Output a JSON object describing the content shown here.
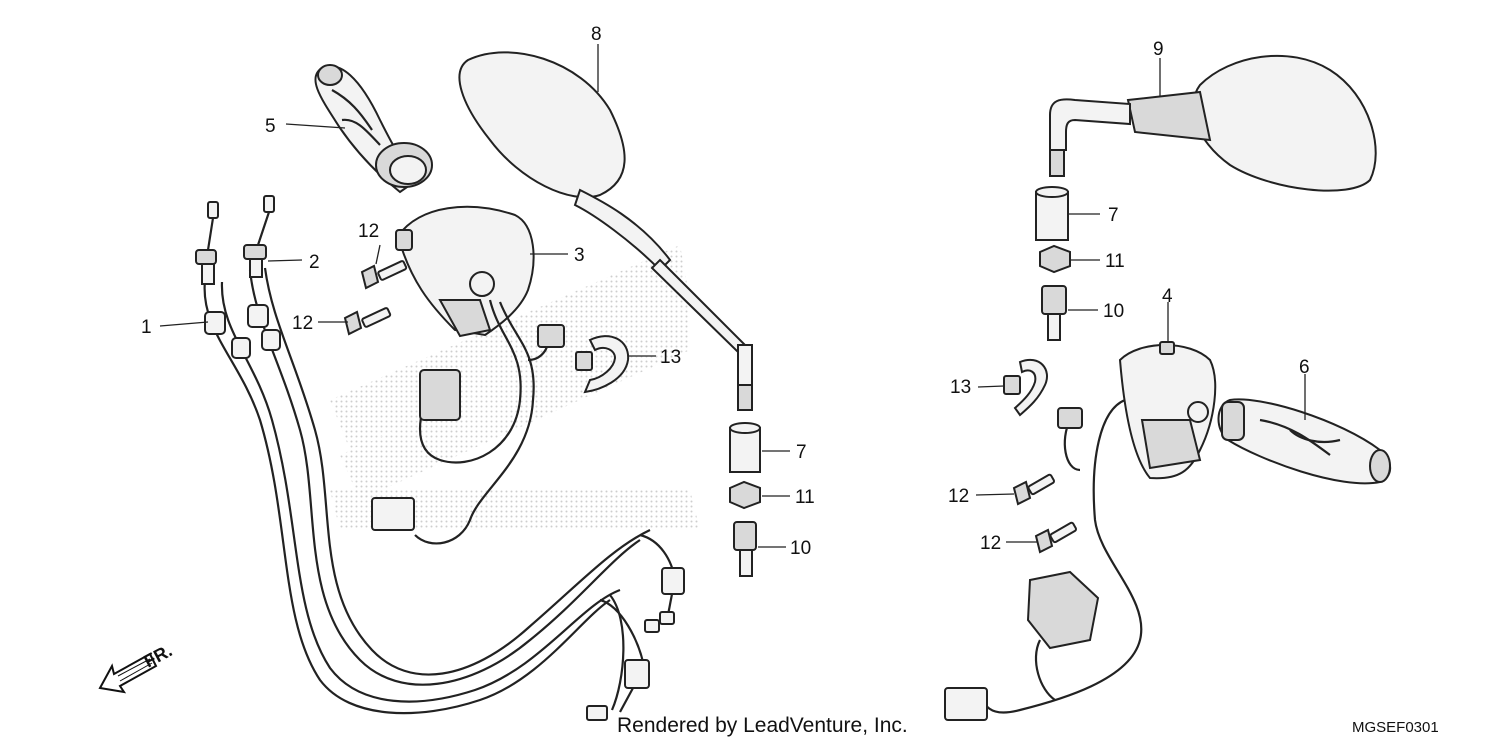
{
  "diagram": {
    "callouts": [
      {
        "id": "c1",
        "label": "1"
      },
      {
        "id": "c2",
        "label": "2"
      },
      {
        "id": "c3",
        "label": "3"
      },
      {
        "id": "c4",
        "label": "4"
      },
      {
        "id": "c5",
        "label": "5"
      },
      {
        "id": "c6",
        "label": "6"
      },
      {
        "id": "c7a",
        "label": "7"
      },
      {
        "id": "c7b",
        "label": "7"
      },
      {
        "id": "c8",
        "label": "8"
      },
      {
        "id": "c9",
        "label": "9"
      },
      {
        "id": "c10a",
        "label": "10"
      },
      {
        "id": "c10b",
        "label": "10"
      },
      {
        "id": "c11a",
        "label": "11"
      },
      {
        "id": "c11b",
        "label": "11"
      },
      {
        "id": "c12a",
        "label": "12"
      },
      {
        "id": "c12b",
        "label": "12"
      },
      {
        "id": "c12c",
        "label": "12"
      },
      {
        "id": "c12d",
        "label": "12"
      },
      {
        "id": "c13a",
        "label": "13"
      },
      {
        "id": "c13b",
        "label": "13"
      }
    ],
    "direction_label": "FR.",
    "credit": "Rendered by LeadVenture, Inc.",
    "diagram_code": "MGSEF0301"
  }
}
